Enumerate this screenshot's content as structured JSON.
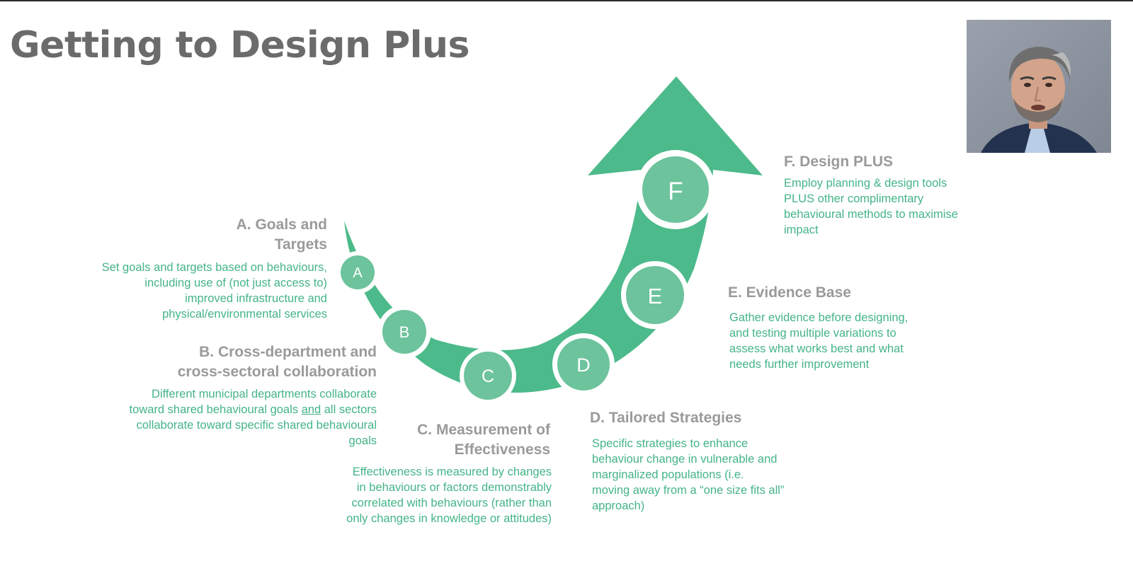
{
  "slide": {
    "title": "Getting to Design Plus"
  },
  "steps": [
    {
      "letter": "A",
      "heading_line1": "A. Goals and",
      "heading_line2": "Targets",
      "description": "Set goals and targets based on behaviours, including use of (not just access to) improved infrastructure and physical/environmental services"
    },
    {
      "letter": "B",
      "heading_line1": "B. Cross-department and",
      "heading_line2": "cross-sectoral collaboration",
      "description_before": "Different municipal departments collaborate toward shared behavioural goals ",
      "description_emph": "and",
      "description_after": " all sectors collaborate toward specific shared behavioural goals"
    },
    {
      "letter": "C",
      "heading_line1": "C. Measurement of",
      "heading_line2": "Effectiveness",
      "description": "Effectiveness is measured by changes in behaviours or factors demonstrably correlated with behaviours (rather than only changes in knowledge or attitudes)"
    },
    {
      "letter": "D",
      "heading": "D. Tailored Strategies",
      "description": "Specific strategies to enhance behaviour change in vulnerable and marginalized populations (i.e. moving away from a “one size fits all” approach)"
    },
    {
      "letter": "E",
      "heading": "E. Evidence Base",
      "description": "Gather evidence before designing, and testing multiple variations to assess what works best and what needs further improvement"
    },
    {
      "letter": "F",
      "heading": "F. Design PLUS",
      "description": "Employ planning & design tools PLUS other complimentary behavioural methods to maximise impact"
    }
  ],
  "colors": {
    "arrow_green": "#4cba8a",
    "circle_green": "#6cc39c",
    "heading_gray": "#9a9a9a",
    "desc_green": "#44b487",
    "title_gray": "#6b6b6b"
  },
  "icons": {
    "webcam": "presenter-video-feed"
  }
}
